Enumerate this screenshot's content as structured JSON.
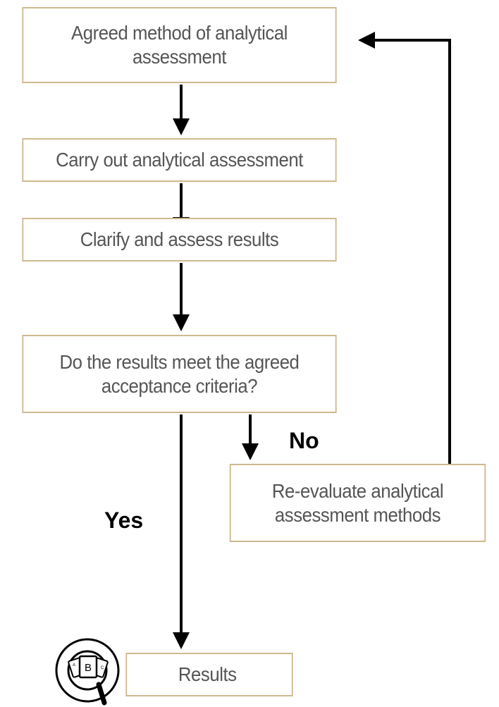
{
  "flowchart": {
    "nodes": {
      "agreed_method": "Agreed method of analytical\nassessment",
      "carry_out": "Carry out analytical assessment",
      "clarify": "Clarify and assess results",
      "decision": "Do the results meet the agreed\nacceptance criteria?",
      "reevaluate": "Re-evaluate analytical\nassessment methods",
      "results": "Results"
    },
    "edge_labels": {
      "no": "No",
      "yes": "Yes"
    },
    "icon": {
      "name": "magnifier-documents-icon",
      "center_letter": "B"
    }
  },
  "colors": {
    "box_border": "#cdb98f",
    "box_text": "#555555",
    "arrow": "#000000",
    "label": "#000000"
  }
}
